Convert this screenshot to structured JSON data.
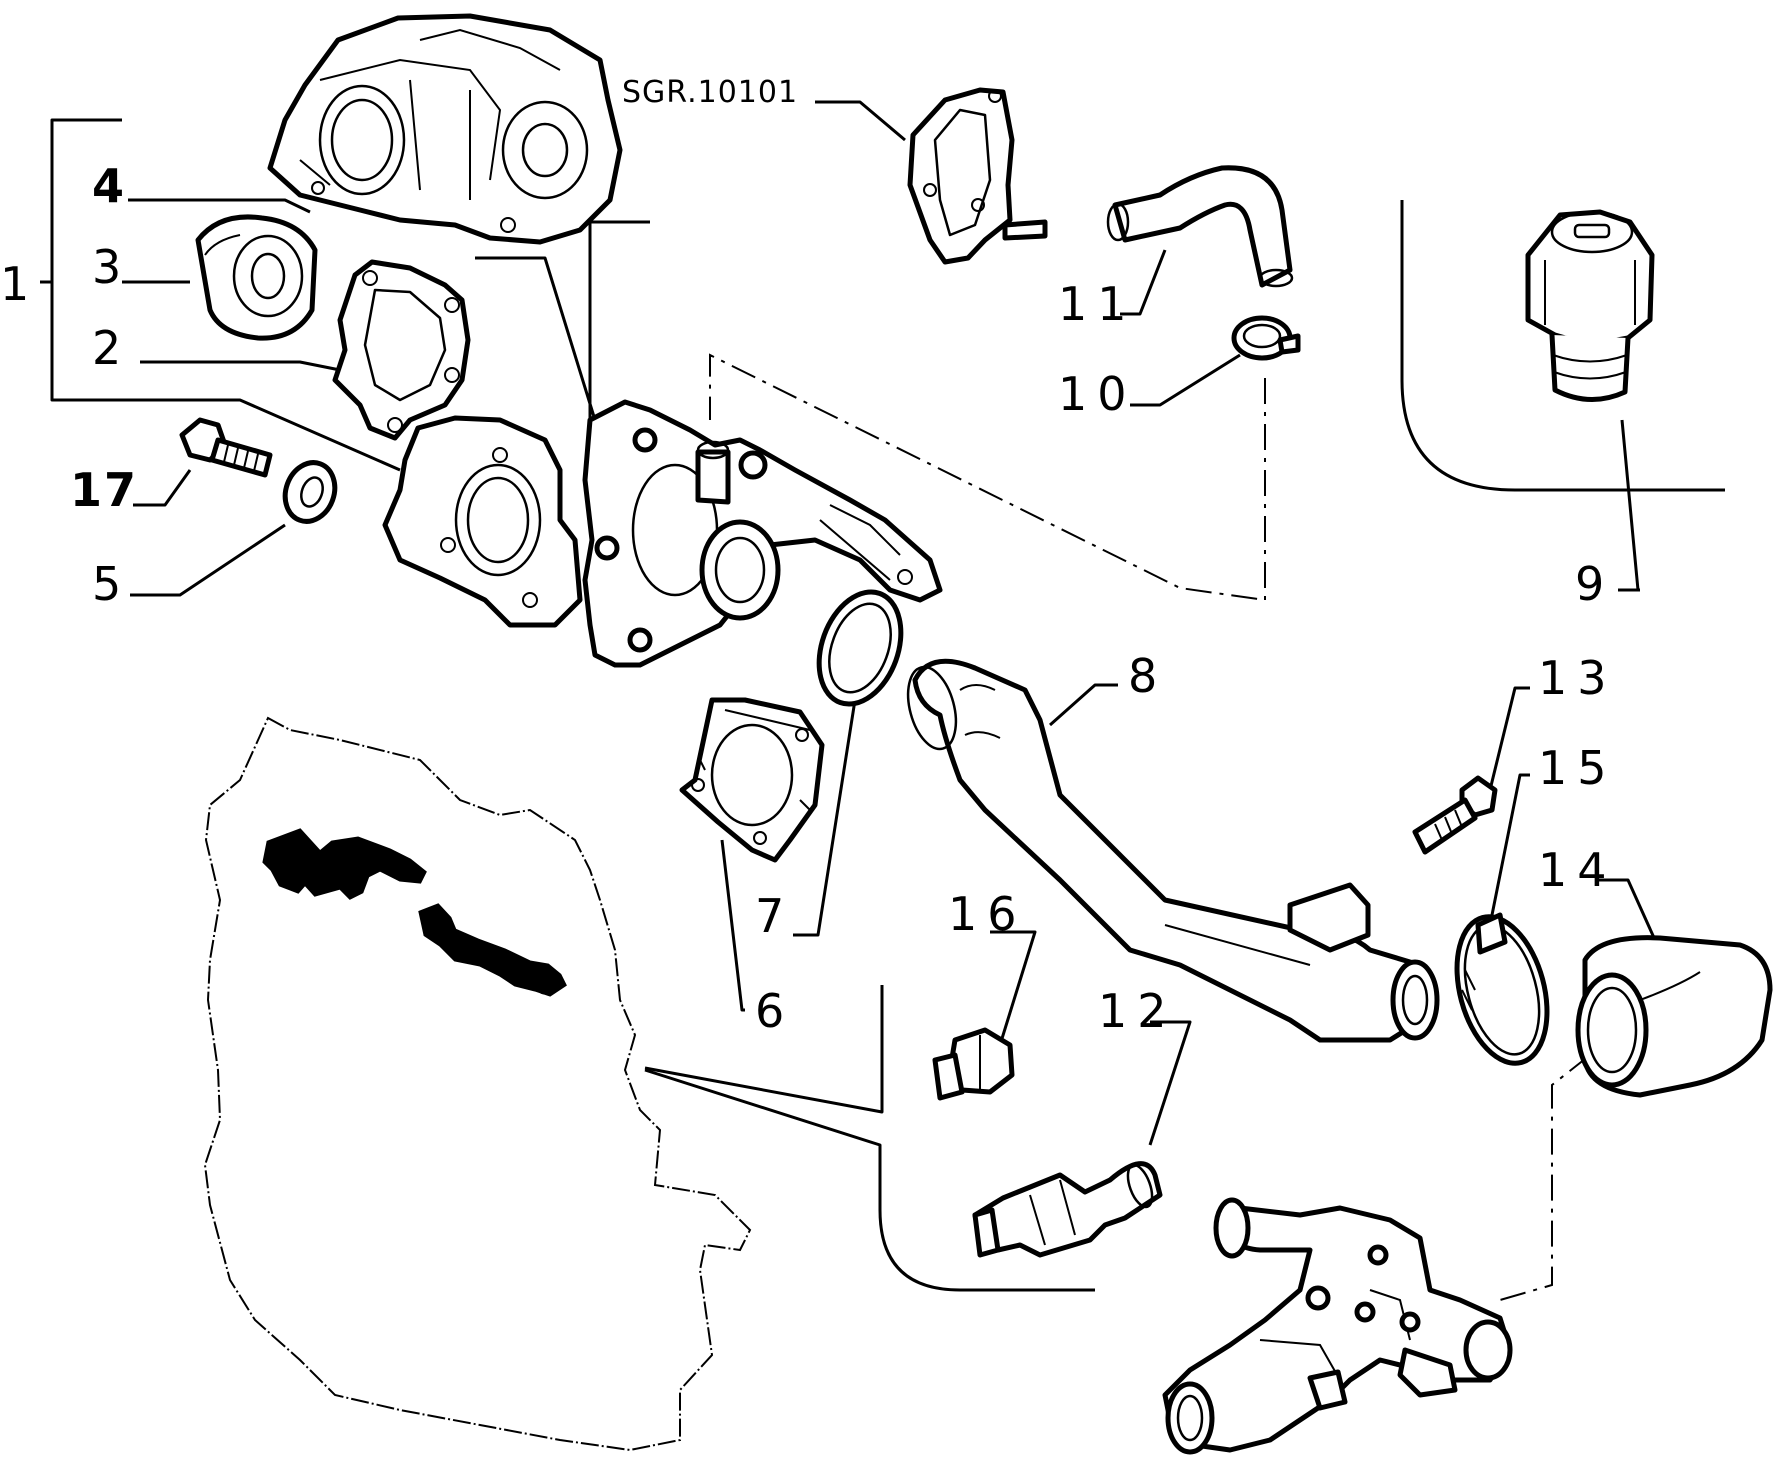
{
  "diagram": {
    "reference_label": "SGR.10101",
    "callouts": {
      "c1": "1",
      "c2": "2",
      "c3": "3",
      "c4": "4",
      "c5": "5",
      "c6": "6",
      "c7": "7",
      "c8": "8",
      "c9": "9",
      "c10": "10",
      "c11": "11",
      "c12": "12",
      "c13": "13",
      "c14": "14",
      "c15": "15",
      "c16": "16",
      "c17": "17"
    },
    "line_color": "#000000",
    "background_color": "#ffffff"
  }
}
